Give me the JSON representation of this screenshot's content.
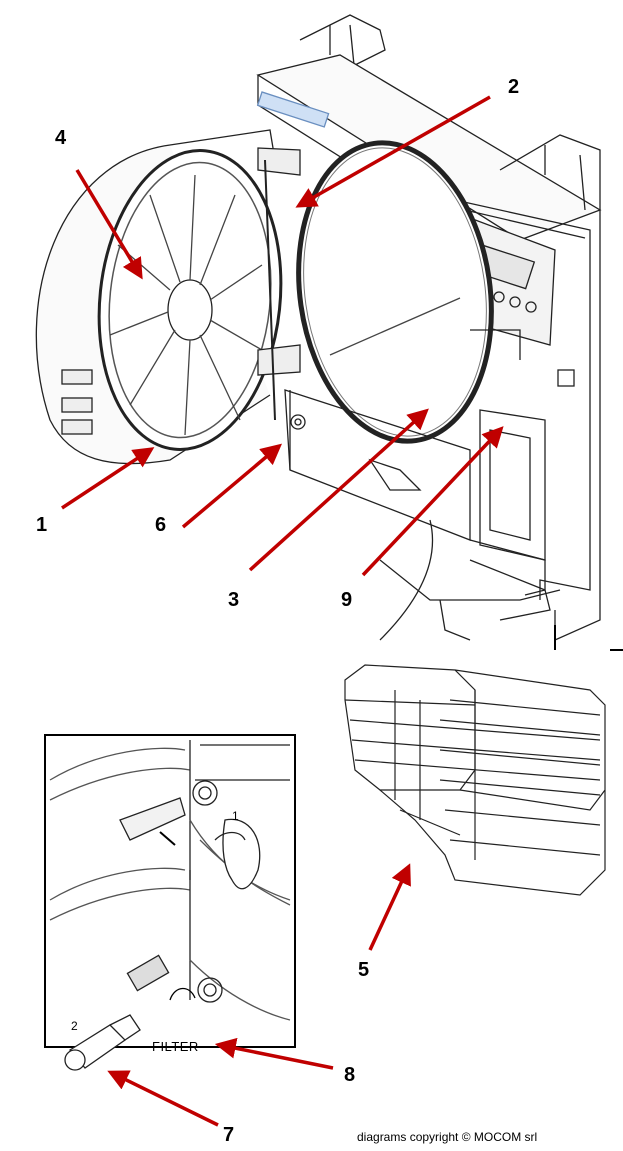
{
  "callouts": {
    "c1": "1",
    "c2": "2",
    "c3": "3",
    "c4": "4",
    "c5": "5",
    "c6": "6",
    "c7": "7",
    "c8": "8",
    "c9": "9"
  },
  "inset_labels": {
    "step1": "1",
    "step2": "2",
    "filter": "FILTER"
  },
  "copyright": "diagrams copyright © MOCOM srl",
  "colors": {
    "arrow": "#c00000",
    "line": "#222222"
  }
}
